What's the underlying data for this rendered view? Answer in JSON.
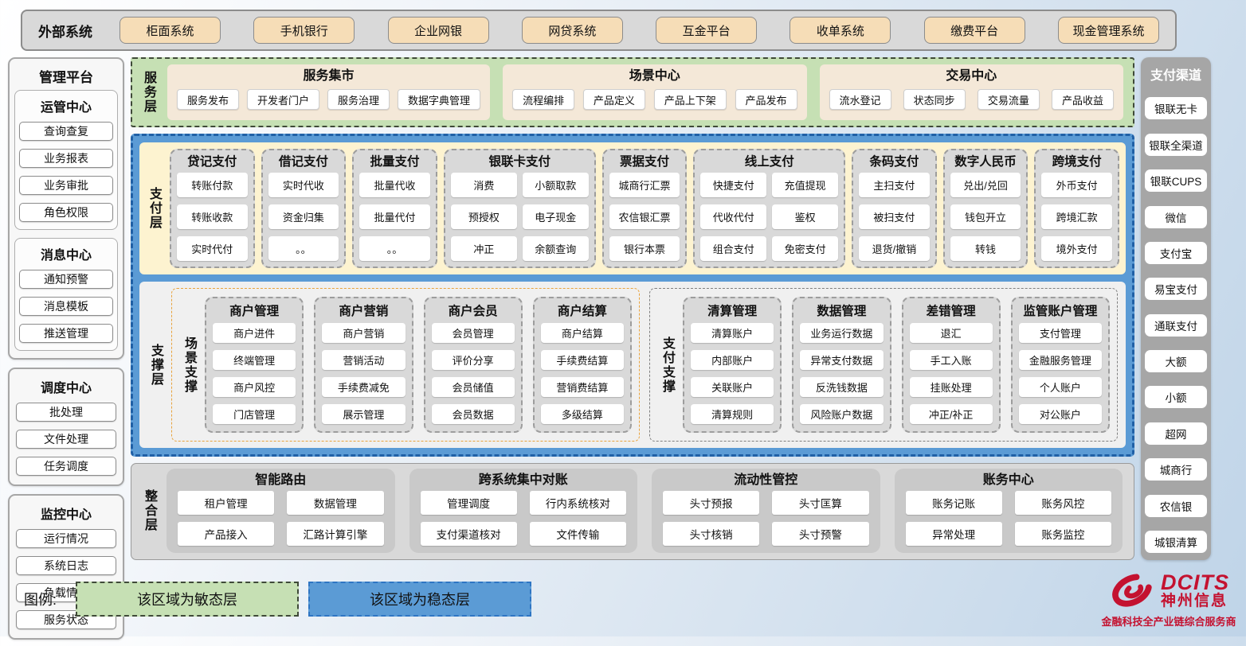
{
  "external_systems": {
    "label": "外部系统",
    "items": [
      "柜面系统",
      "手机银行",
      "企业网银",
      "网贷系统",
      "互金平台",
      "收单系统",
      "缴费平台",
      "现金管理系统"
    ]
  },
  "management_platform": {
    "boxes": [
      {
        "title": "管理平台",
        "groups": [
          {
            "title": "运管中心",
            "items": [
              "查询查复",
              "业务报表",
              "业务审批",
              "角色权限"
            ]
          },
          {
            "title": "消息中心",
            "items": [
              "通知预警",
              "消息模板",
              "推送管理"
            ]
          }
        ]
      },
      {
        "groups": [
          {
            "title": "调度中心",
            "items": [
              "批处理",
              "文件处理",
              "任务调度"
            ]
          }
        ]
      },
      {
        "groups": [
          {
            "title": "监控中心",
            "items": [
              "运行情况",
              "系统日志",
              "负载情况",
              "服务状态"
            ]
          }
        ]
      }
    ]
  },
  "service_layer": {
    "label": "服务层",
    "panels": [
      {
        "title": "服务集市",
        "items": [
          "服务发布",
          "开发者门户",
          "服务治理",
          "数据字典管理"
        ]
      },
      {
        "title": "场景中心",
        "items": [
          "流程编排",
          "产品定义",
          "产品上下架",
          "产品发布"
        ]
      },
      {
        "title": "交易中心",
        "items": [
          "流水登记",
          "状态同步",
          "交易流量",
          "产品收益"
        ]
      }
    ]
  },
  "payment_layer": {
    "label": "支付层",
    "columns": [
      {
        "title": "贷记支付",
        "cols": 1,
        "items": [
          "转账付款",
          "转账收款",
          "实时代付"
        ]
      },
      {
        "title": "借记支付",
        "cols": 1,
        "items": [
          "实时代收",
          "资金归集",
          "。。"
        ]
      },
      {
        "title": "批量支付",
        "cols": 1,
        "items": [
          "批量代收",
          "批量代付",
          "。。"
        ]
      },
      {
        "title": "银联卡支付",
        "cols": 2,
        "items": [
          "消费",
          "小额取款",
          "预授权",
          "电子现金",
          "冲正",
          "余额查询"
        ]
      },
      {
        "title": "票据支付",
        "cols": 1,
        "items": [
          "城商行汇票",
          "农信银汇票",
          "银行本票"
        ]
      },
      {
        "title": "线上支付",
        "cols": 2,
        "items": [
          "快捷支付",
          "充值提现",
          "代收代付",
          "鉴权",
          "组合支付",
          "免密支付"
        ]
      },
      {
        "title": "条码支付",
        "cols": 1,
        "items": [
          "主扫支付",
          "被扫支付",
          "退货/撤销"
        ]
      },
      {
        "title": "数字人民币",
        "cols": 1,
        "items": [
          "兑出/兑回",
          "钱包开立",
          "转钱"
        ]
      },
      {
        "title": "跨境支付",
        "cols": 1,
        "items": [
          "外币支付",
          "跨境汇款",
          "境外支付"
        ]
      }
    ]
  },
  "support_layer": {
    "label": "支撑层",
    "groups": [
      {
        "label": "场景支撑",
        "accent": "orange",
        "columns": [
          {
            "title": "商户管理",
            "items": [
              "商户进件",
              "终端管理",
              "商户风控",
              "门店管理"
            ]
          },
          {
            "title": "商户营销",
            "items": [
              "商户营销",
              "营销活动",
              "手续费减免",
              "展示管理"
            ]
          },
          {
            "title": "商户会员",
            "items": [
              "会员管理",
              "评价分享",
              "会员储值",
              "会员数据"
            ]
          },
          {
            "title": "商户结算",
            "items": [
              "商户结算",
              "手续费结算",
              "营销费结算",
              "多级结算"
            ]
          }
        ]
      },
      {
        "label": "支付支撑",
        "accent": "gray",
        "columns": [
          {
            "title": "清算管理",
            "items": [
              "清算账户",
              "内部账户",
              "关联账户",
              "清算规则"
            ]
          },
          {
            "title": "数据管理",
            "items": [
              "业务运行数据",
              "异常支付数据",
              "反洗钱数据",
              "风险账户数据"
            ]
          },
          {
            "title": "差错管理",
            "items": [
              "退汇",
              "手工入账",
              "挂账处理",
              "冲正/补正"
            ]
          },
          {
            "title": "监管账户管理",
            "items": [
              "支付管理",
              "金融服务管理",
              "个人账户",
              "对公账户"
            ]
          }
        ]
      }
    ]
  },
  "integration_layer": {
    "label": "整合层",
    "panels": [
      {
        "title": "智能路由",
        "items": [
          "租户管理",
          "数据管理",
          "产品接入",
          "汇路计算引擎"
        ]
      },
      {
        "title": "跨系统集中对账",
        "items": [
          "管理调度",
          "行内系统核对",
          "支付渠道核对",
          "文件传输"
        ]
      },
      {
        "title": "流动性管控",
        "items": [
          "头寸预报",
          "头寸匡算",
          "头寸核销",
          "头寸预警"
        ]
      },
      {
        "title": "账务中心",
        "items": [
          "账务记账",
          "账务风控",
          "异常处理",
          "账务监控"
        ]
      }
    ]
  },
  "payment_channels": {
    "title": "支付渠道",
    "items": [
      "银联无卡",
      "银联全渠道",
      "银联CUPS",
      "微信",
      "支付宝",
      "易宝支付",
      "通联支付",
      "大额",
      "小额",
      "超网",
      "城商行",
      "农信银",
      "城银清算"
    ]
  },
  "legend": {
    "label": "图例:",
    "agile": "该区域为敏态层",
    "stable": "该区域为稳态层"
  },
  "logo": {
    "icon": "dcits-swirl-icon",
    "name": "DCITS",
    "company": "神州信息",
    "tagline": "金融科技全产业链综合服务商"
  },
  "colors": {
    "stable_blue": "#5b9bd5",
    "agile_green": "#c6e0b4",
    "external_tan": "#f6ddb7",
    "payment_cream": "#fdf3d0",
    "panel_gray": "#d9d9d9",
    "channel_gray": "#a6a6a6",
    "scene_accent_orange": "#e8a33d",
    "logo_red": "#c41230"
  }
}
